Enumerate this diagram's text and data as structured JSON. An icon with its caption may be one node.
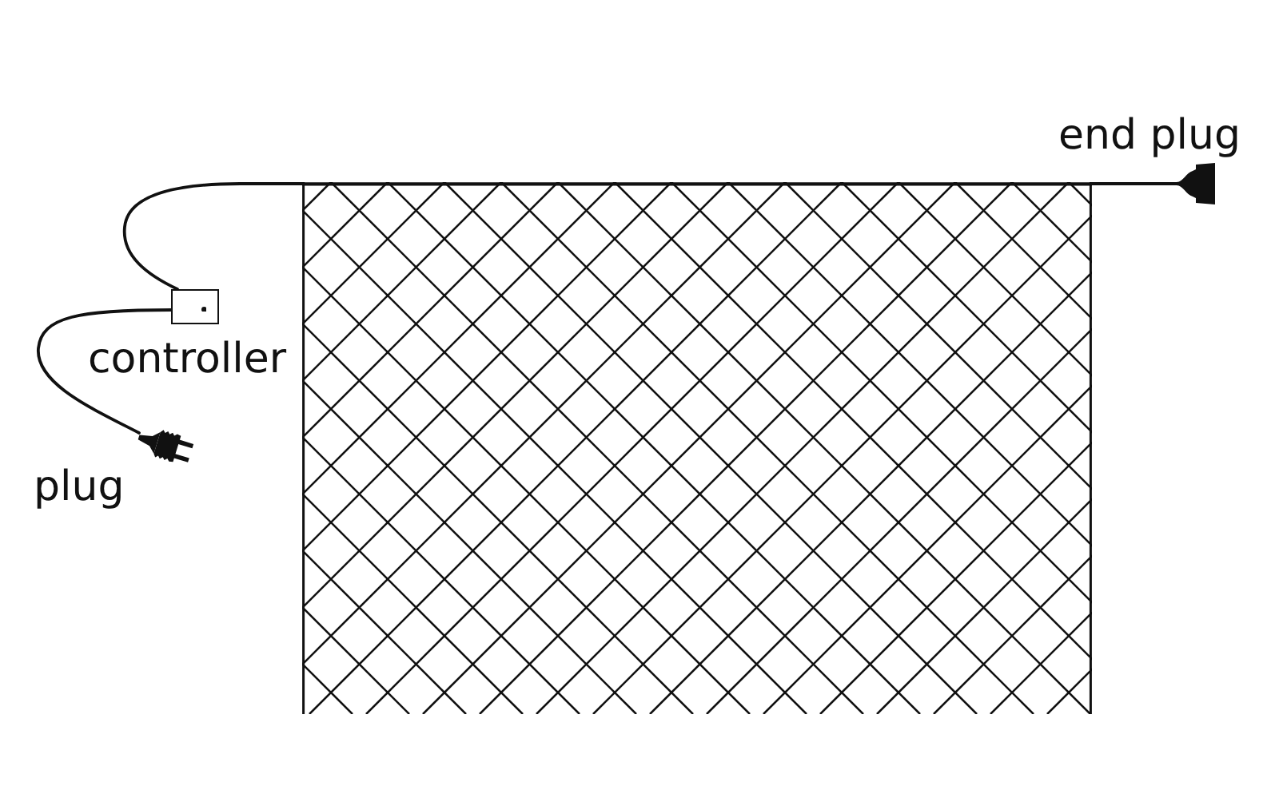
{
  "diagram": {
    "nodes": [
      {
        "text": [],
        "shape": "picture",
        "beside": [
          "plug"
        ]
      },
      {
        "text": [],
        "shape": "box",
        "beside": [
          "controller"
        ]
      },
      {
        "text": [],
        "shape": "picture"
      },
      {
        "text": [],
        "shape": "picture",
        "beside": [
          "end plug"
        ]
      }
    ],
    "edges": [
      {
        "from": 0,
        "to": 1,
        "arrow": "none"
      },
      {
        "from": 1,
        "to": 2,
        "arrow": "none"
      },
      {
        "from": 2,
        "to": 3,
        "arrow": "none"
      }
    ]
  }
}
